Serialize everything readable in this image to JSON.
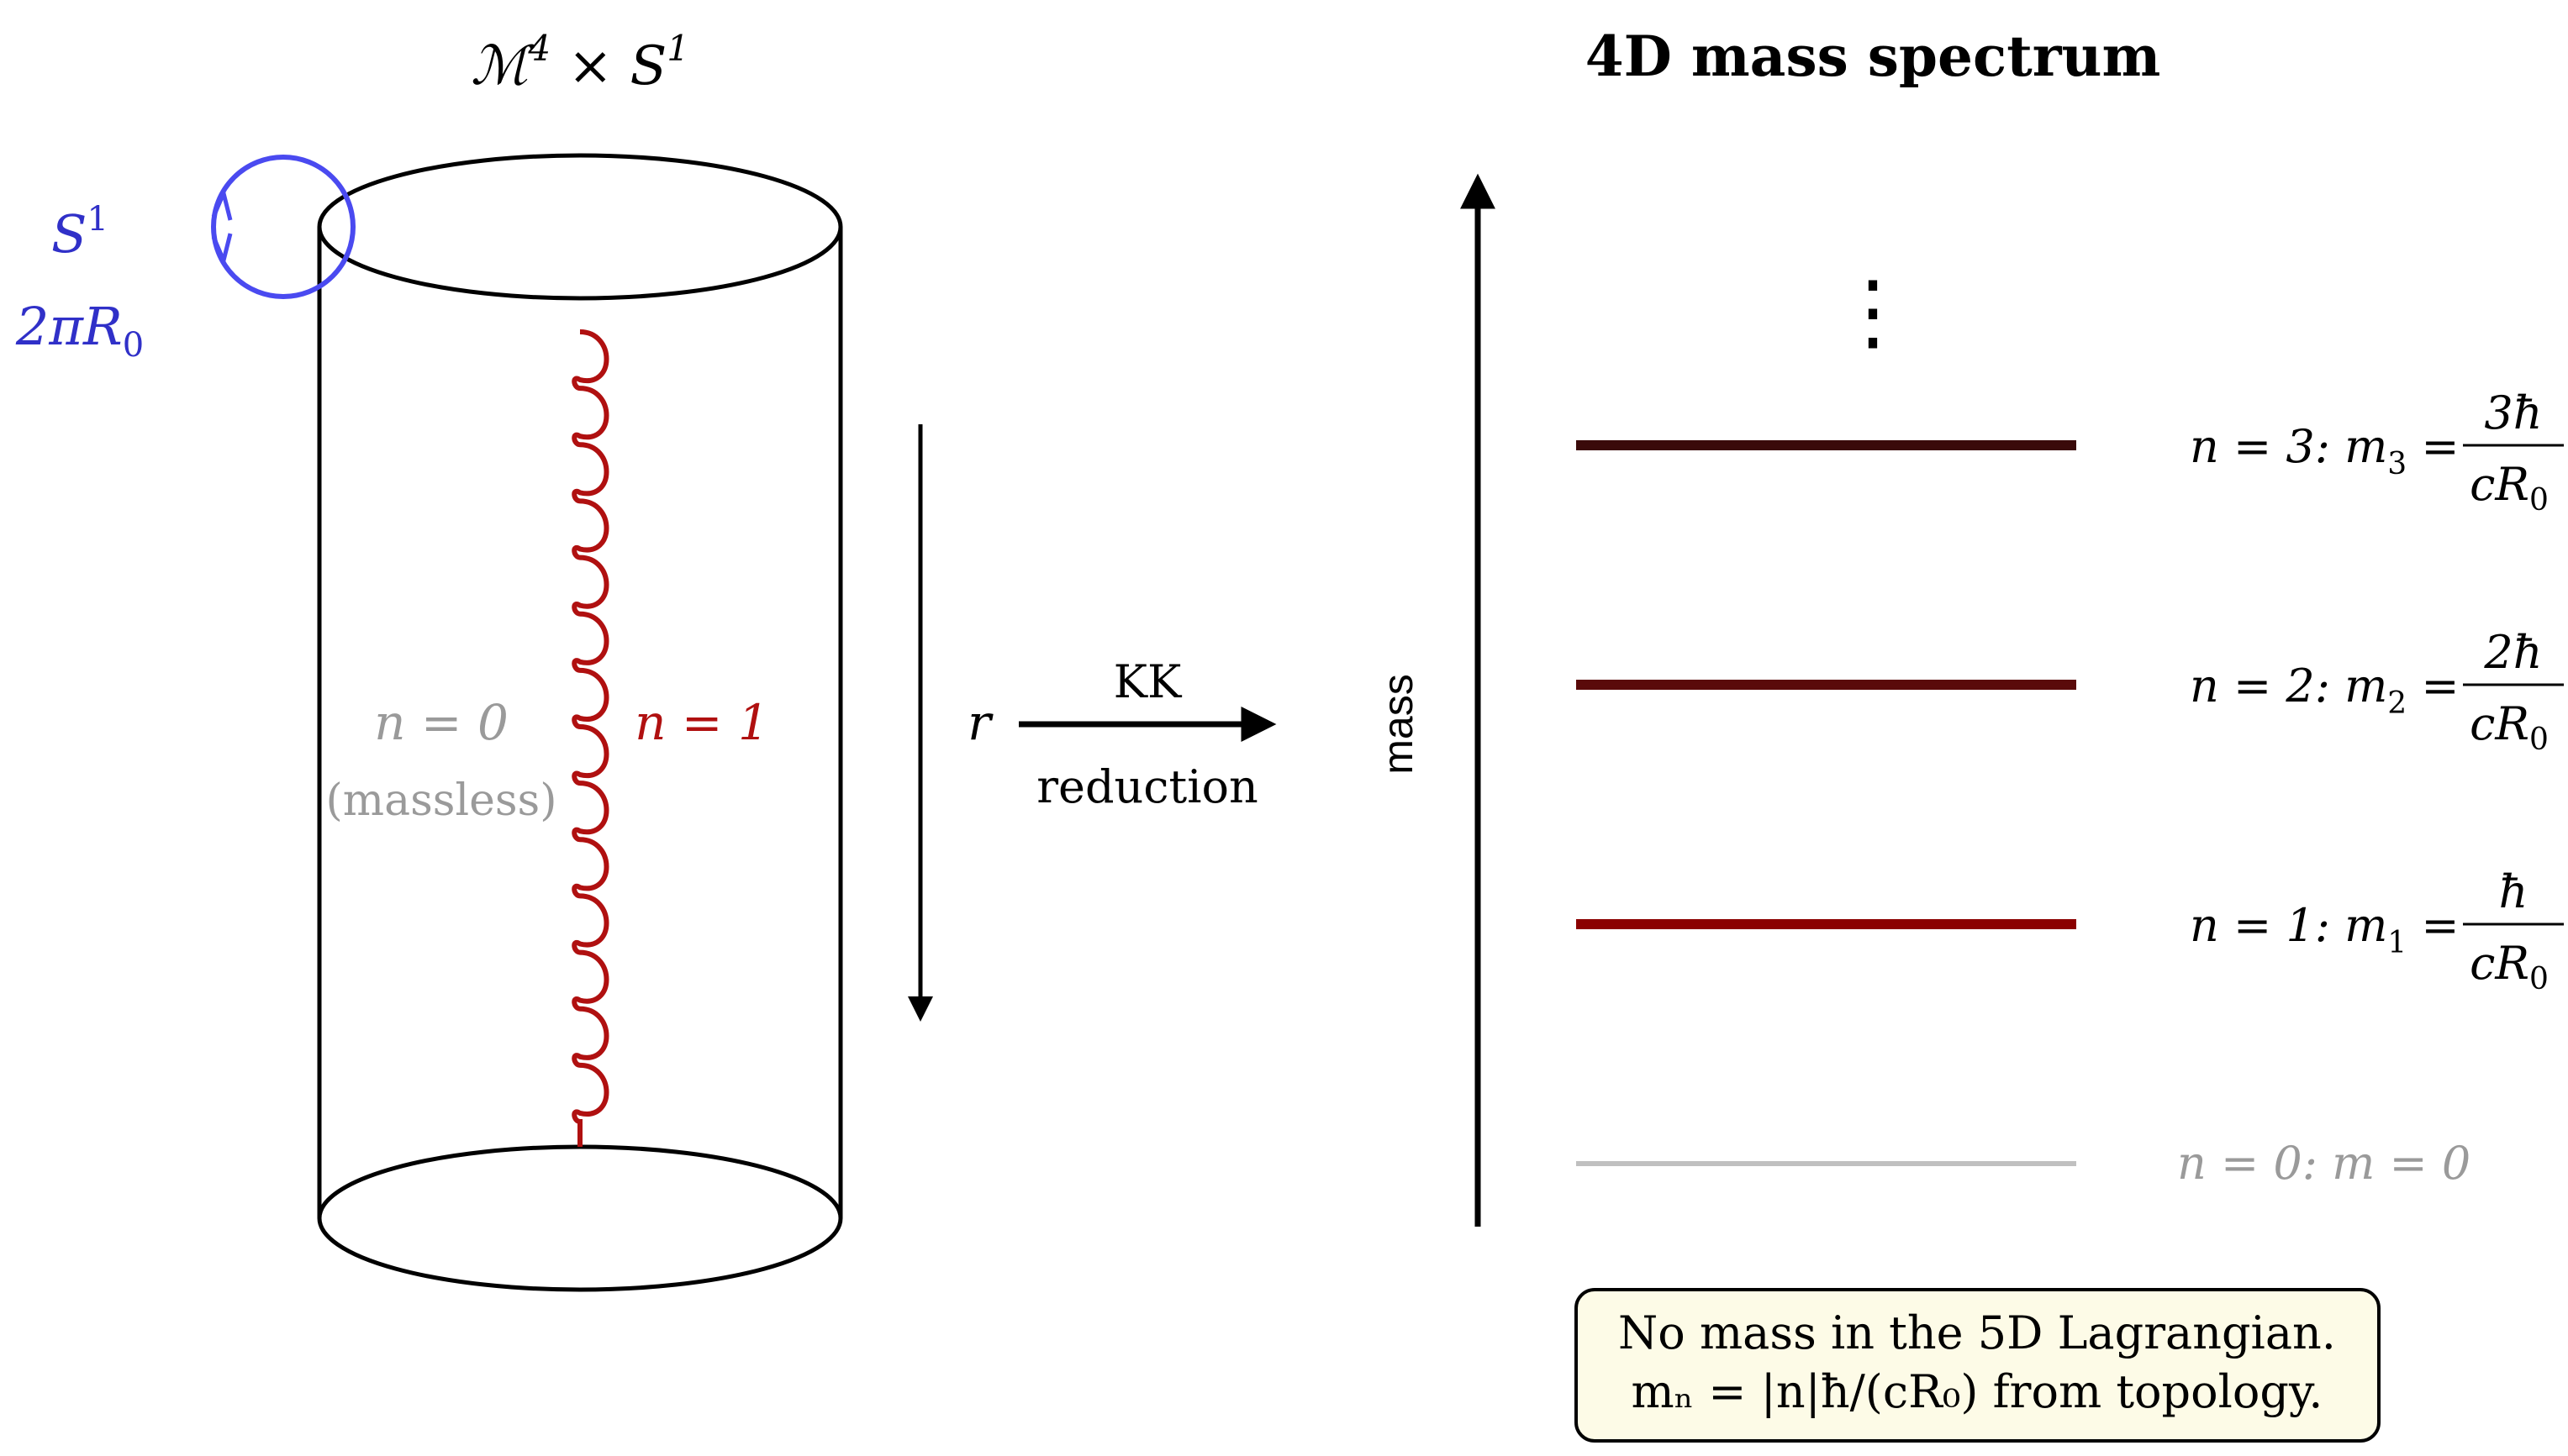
{
  "colors": {
    "ink": "#000000",
    "circle": "#4a4af0",
    "wave": "#b01010",
    "muted": "#9a9a9a",
    "level0": "#c0c0c0",
    "level1": "#8b0000",
    "level2": "#5a0a0a",
    "level3": "#3a0a0a",
    "note_fill": "#fdfbe7"
  },
  "left": {
    "title": {
      "base": "ℳ",
      "sup1": "4",
      "times": " × S",
      "sup2": "1"
    },
    "circle_label": {
      "s": "S",
      "sup": "1"
    },
    "circumference": {
      "text": "2πR",
      "sub": "0"
    },
    "mode_zero": "n = 0",
    "mode_zero_note": "(massless)",
    "mode_one": "n = 1",
    "r_label": "r"
  },
  "center": {
    "kk": "KK",
    "reduction": "reduction"
  },
  "right": {
    "title": "4D mass spectrum",
    "axis_label": "mass",
    "dots": "⋮",
    "levels": [
      {
        "n": 3,
        "prefix": "n = 3: m",
        "sub": "3",
        "eq": " = ",
        "num": "3ħ",
        "den": "cR",
        "den_sub": "0"
      },
      {
        "n": 2,
        "prefix": "n = 2: m",
        "sub": "2",
        "eq": " = ",
        "num": "2ħ",
        "den": "cR",
        "den_sub": "0"
      },
      {
        "n": 1,
        "prefix": "n = 1: m",
        "sub": "1",
        "eq": " = ",
        "num": "ħ",
        "den": "cR",
        "den_sub": "0"
      },
      {
        "n": 0,
        "text": "n = 0: m = 0"
      }
    ],
    "note": {
      "line1": "No mass in the 5D Lagrangian.",
      "line2": "mₙ = |n|ħ/(cR₀) from topology."
    }
  }
}
